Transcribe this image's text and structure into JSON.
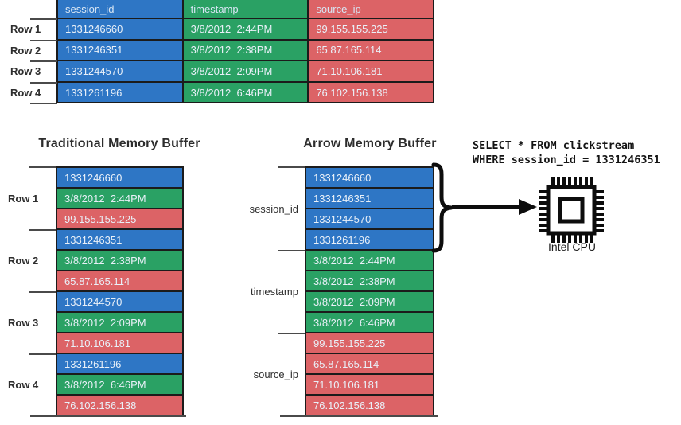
{
  "colors": {
    "blue": "#2E76C5",
    "green": "#2AA164",
    "red": "#DC6366",
    "border": "#1b1b1b",
    "cell_text": "#E9F0F8",
    "hdr_text": "#D8E6F4",
    "label": "#2E2E2E"
  },
  "top_table": {
    "columns": [
      "session_id",
      "timestamp",
      "source_ip"
    ],
    "row_labels": [
      "Row 1",
      "Row 2",
      "Row 3",
      "Row 4"
    ],
    "rows": [
      [
        "1331246660",
        "3/8/2012  2:44PM",
        "99.155.155.225"
      ],
      [
        "1331246351",
        "3/8/2012  2:38PM",
        "65.87.165.114"
      ],
      [
        "1331244570",
        "3/8/2012  2:09PM",
        "71.10.106.181"
      ],
      [
        "1331261196",
        "3/8/2012  6:46PM",
        "76.102.156.138"
      ]
    ]
  },
  "traditional": {
    "title": "Traditional Memory Buffer",
    "row_labels": [
      "Row 1",
      "Row 2",
      "Row 3",
      "Row 4"
    ],
    "cells": [
      "1331246660",
      "3/8/2012  2:44PM",
      "99.155.155.225",
      "1331246351",
      "3/8/2012  2:38PM",
      "65.87.165.114",
      "1331244570",
      "3/8/2012  2:09PM",
      "71.10.106.181",
      "1331261196",
      "3/8/2012  6:46PM",
      "76.102.156.138"
    ]
  },
  "arrow": {
    "title": "Arrow Memory Buffer",
    "group_labels": [
      "session_id",
      "timestamp",
      "source_ip"
    ],
    "cells": [
      "1331246660",
      "1331246351",
      "1331244570",
      "1331261196",
      "3/8/2012  2:44PM",
      "3/8/2012  2:38PM",
      "3/8/2012  2:09PM",
      "3/8/2012  6:46PM",
      "99.155.155.225",
      "65.87.165.114",
      "71.10.106.181",
      "76.102.156.138"
    ]
  },
  "query": {
    "line1": "SELECT * FROM clickstream",
    "line2": "WHERE session_id = 1331246351"
  },
  "cpu": {
    "label": "Intel CPU"
  }
}
